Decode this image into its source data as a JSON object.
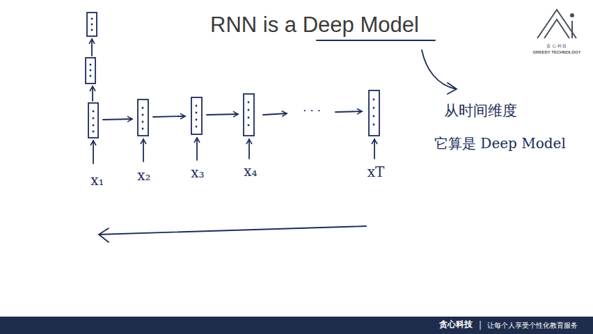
{
  "diagram": {
    "title": "RNN is a Deep Model",
    "labels": [
      "x₁",
      "x₂",
      "x₃",
      "x₄",
      "· · ·",
      "xT",
      "从时间维度",
      "它算是 Deep Model",
      "贪 心 科 技",
      "GREEDY TECHNOLOGY",
      "贪心科技",
      "让每个人享受个性化教育服务"
    ]
  }
}
